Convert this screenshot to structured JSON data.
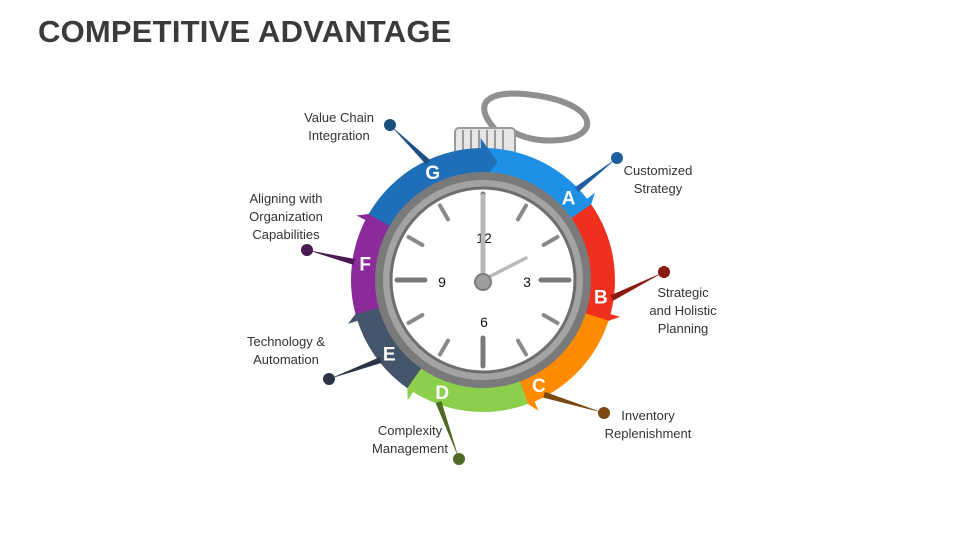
{
  "title": "COMPETITIVE ADVANTAGE",
  "segments": [
    {
      "letter": "A",
      "label": "Customized\nStrategy",
      "color": "#1e90e6"
    },
    {
      "letter": "B",
      "label": "Strategic\nand Holistic\nPlanning",
      "color": "#f0301e"
    },
    {
      "letter": "C",
      "label": "Inventory\nReplenishment",
      "color": "#ff8c00"
    },
    {
      "letter": "D",
      "label": "Complexity\nManagement",
      "color": "#8ccf4c"
    },
    {
      "letter": "E",
      "label": "Technology &\nAutomation",
      "color": "#44546a"
    },
    {
      "letter": "F",
      "label": "Aligning with\nOrganization\nCapabilities",
      "color": "#8c2a9c"
    },
    {
      "letter": "G",
      "label": "Value Chain\nIntegration",
      "color": "#1f6fb8"
    }
  ],
  "dial": {
    "numbers": [
      "12",
      "3",
      "6",
      "9"
    ]
  }
}
